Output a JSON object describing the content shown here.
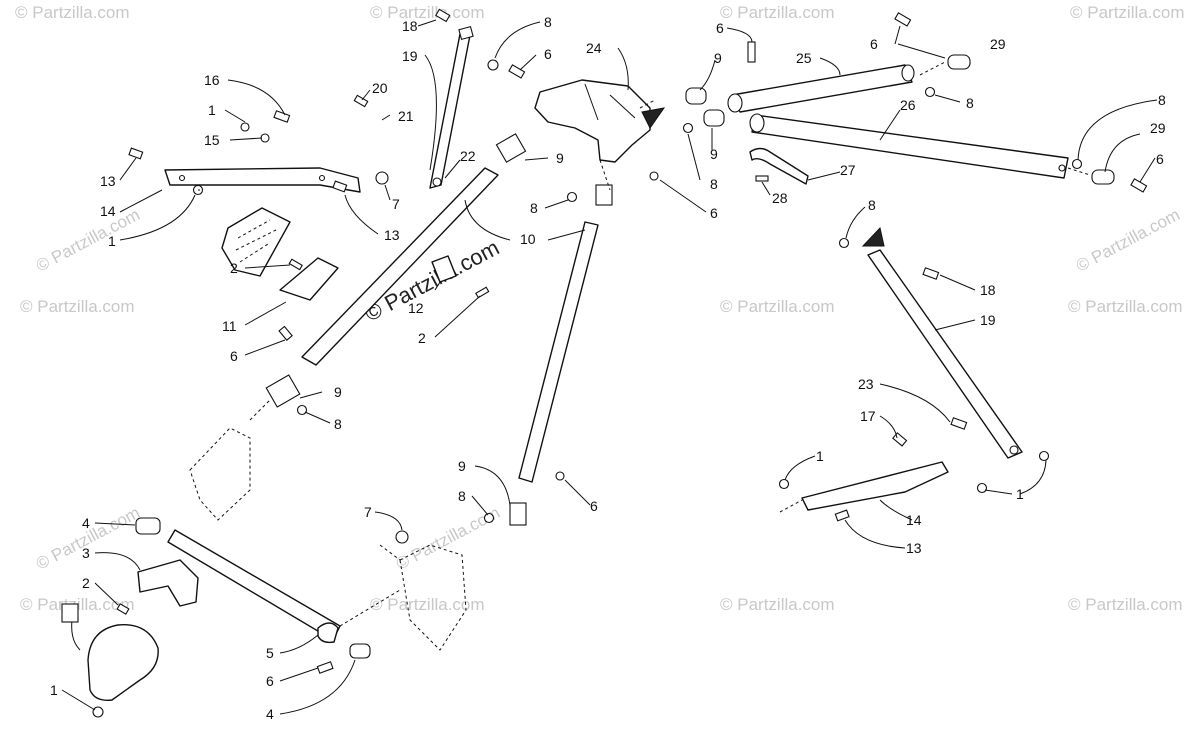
{
  "watermarks": {
    "small": "© Partzilla.com",
    "center": "© Partzilla.com"
  },
  "callouts": {
    "c1": "18",
    "c2": "8",
    "c3": "6",
    "c4": "6",
    "c5": "29",
    "c6": "19",
    "c7": "6",
    "c8": "24",
    "c9": "9",
    "c10": "25",
    "c11": "16",
    "c12": "20",
    "c13": "1",
    "c14": "21",
    "c15": "15",
    "c16": "8",
    "c17": "26",
    "c18": "8",
    "c19": "29",
    "c20": "22",
    "c21": "9",
    "c22": "9",
    "c23": "6",
    "c24": "13",
    "c25": "7",
    "c26": "8",
    "c27": "27",
    "c28": "14",
    "c29": "8",
    "c30": "6",
    "c31": "28",
    "c32": "1",
    "c33": "13",
    "c34": "8",
    "c35": "10",
    "c36": "2",
    "c37": "18",
    "c38": "12",
    "c39": "11",
    "c40": "19",
    "c41": "2",
    "c42": "6",
    "c43": "9",
    "c44": "8",
    "c45": "23",
    "c46": "17",
    "c47": "1",
    "c48": "1",
    "c49": "9",
    "c50": "6",
    "c51": "8",
    "c52": "14",
    "c53": "7",
    "c54": "4",
    "c55": "13",
    "c56": "3",
    "c57": "2",
    "c58": "5",
    "c59": "6",
    "c60": "1",
    "c61": "4"
  }
}
